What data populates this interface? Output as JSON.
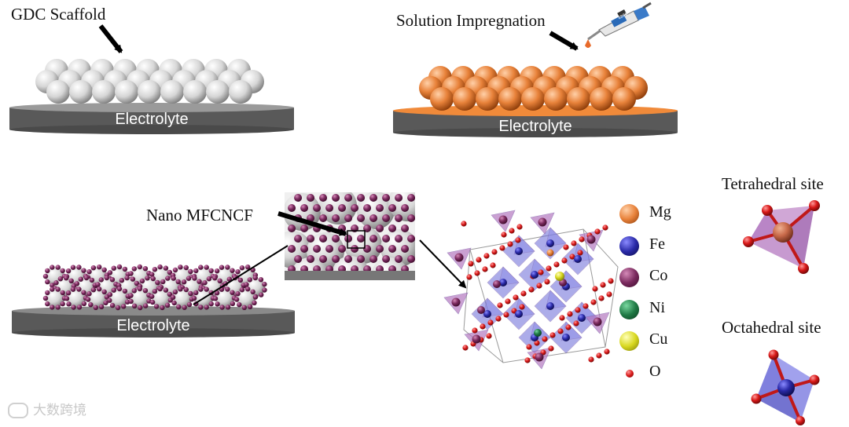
{
  "labels": {
    "gdc_scaffold": "GDC Scaffold",
    "solution_impregnation": "Solution Impregnation",
    "nano": "Nano MFCNCF",
    "tetrahedral": "Tetrahedral site",
    "octahedral": "Octahedral site"
  },
  "electrolyte": [
    "Electrolyte",
    "Electrolyte",
    "Electrolyte"
  ],
  "pipette_display": "8888",
  "legend": [
    {
      "name": "Mg",
      "icon": "orange-sphere-icon",
      "color": "#e8823a"
    },
    {
      "name": "Fe",
      "icon": "blue-sphere-icon",
      "color": "#2a2aa8"
    },
    {
      "name": "Co",
      "icon": "purple-sphere-icon",
      "color": "#7a2a5e"
    },
    {
      "name": "Ni",
      "icon": "green-sphere-icon",
      "color": "#1f7a45"
    },
    {
      "name": "Cu",
      "icon": "yellow-sphere-icon",
      "color": "#d8d820"
    },
    {
      "name": "O",
      "icon": "red-dot-icon",
      "color": "#d81818"
    }
  ],
  "watermark": "大数跨境",
  "colors": {
    "electrolyte": "#555555",
    "gdc": "#dcdcdc",
    "impregnated": "#e8823a",
    "nano": "#7a2a5e",
    "octahedra": "#6a6ad8",
    "tetrahedra": "#a866b8"
  }
}
